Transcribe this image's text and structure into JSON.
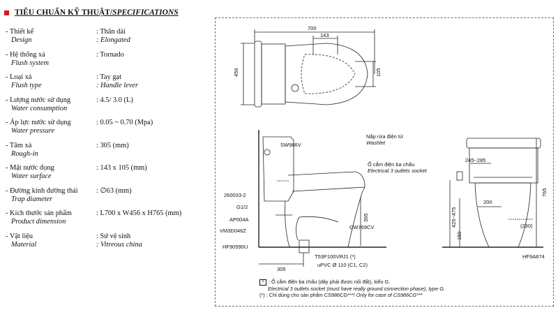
{
  "heading": {
    "vi": "TIÊU CHUẨN KỸ THUẬT/",
    "en": " SPECIFICATIONS"
  },
  "specs": [
    {
      "label_vi": "- Thiết kế",
      "label_en": "Design",
      "value_vi": ": Thân dài",
      "value_en": ": Elongated"
    },
    {
      "label_vi": "- Hệ thống xả",
      "label_en": "Flush system",
      "value_vi": ": Tornado",
      "value_en": ""
    },
    {
      "label_vi": "- Loại xả",
      "label_en": "Flush type",
      "value_vi": ": Tay gạt",
      "value_en": ": Handle lever"
    },
    {
      "label_vi": "- Lượng nước sử dụng",
      "label_en": "Water consumption",
      "value_vi": ": 4.5/ 3.0 (L)",
      "value_en": ""
    },
    {
      "label_vi": "- Áp lực nước sử dụng",
      "label_en": "Water pressure",
      "value_vi": ": 0.05 ~ 0.70 (Mpa)",
      "value_en": ""
    },
    {
      "label_vi": "- Tâm xả",
      "label_en": "Rough-in",
      "value_vi": ": 305 (mm)",
      "value_en": ""
    },
    {
      "label_vi": "- Mặt nước đọng",
      "label_en": "Water surface",
      "value_vi": ": 143 x 105 (mm)",
      "value_en": ""
    },
    {
      "label_vi": "- Đường kính đường thải",
      "label_en": "Trap diameter",
      "value_vi": ": ∅63 (mm)",
      "value_en": ""
    },
    {
      "label_vi": "- Kích thước sản phẩm",
      "label_en": "Product dimension",
      "value_vi": ": L700 x W456 x H765 (mm)",
      "value_en": ""
    },
    {
      "label_vi": "- Vật liệu",
      "label_en": "Material",
      "value_vi": ": Sứ vệ sinh",
      "value_en": ": Vitreous china"
    }
  ],
  "drawing": {
    "top_view": {
      "dim_length": "700",
      "dim_water_surface": "143",
      "dim_width": "456",
      "dim_water_w": "105"
    },
    "side_view": {
      "labels": [
        "SW986V",
        "260033-2",
        "G1/2",
        "AP004A",
        "VM3D046Z",
        "HF90590U",
        "CW769CV",
        "T53P100VRJ1 (*)",
        "uPVC Ø 110 (C1, C2)"
      ],
      "washlet_vi": "Nắp rửa điện tử",
      "washlet_en": "Washlet",
      "socket_vi": "Ổ cắm điện ba chấu",
      "socket_en": "Electrical 3 outlets socket",
      "dim_bowl_height": "395",
      "dim_rough_in": "305"
    },
    "front_view": {
      "dim_socket_range": "245~285",
      "dim_200": "200",
      "dim_425_475": "425~475",
      "dim_150": "150",
      "dim_230": "(230)",
      "dim_765": "765",
      "label_hf": "HF9A874"
    }
  },
  "notes": {
    "icon": "socket-symbol-icon",
    "line1_vi": ": Ổ cắm điện ba chấu (dây phải được nối đất), kiểu G.",
    "line1_en": "Electrical 3 outlets socket (must have really ground connection phase), type G.",
    "line2_prefix": "(*) : ",
    "line2_vi": "Chỉ dùng cho sản phẩm CS986CG***/ ",
    "line2_en": "Only for case of CS986CG***"
  }
}
